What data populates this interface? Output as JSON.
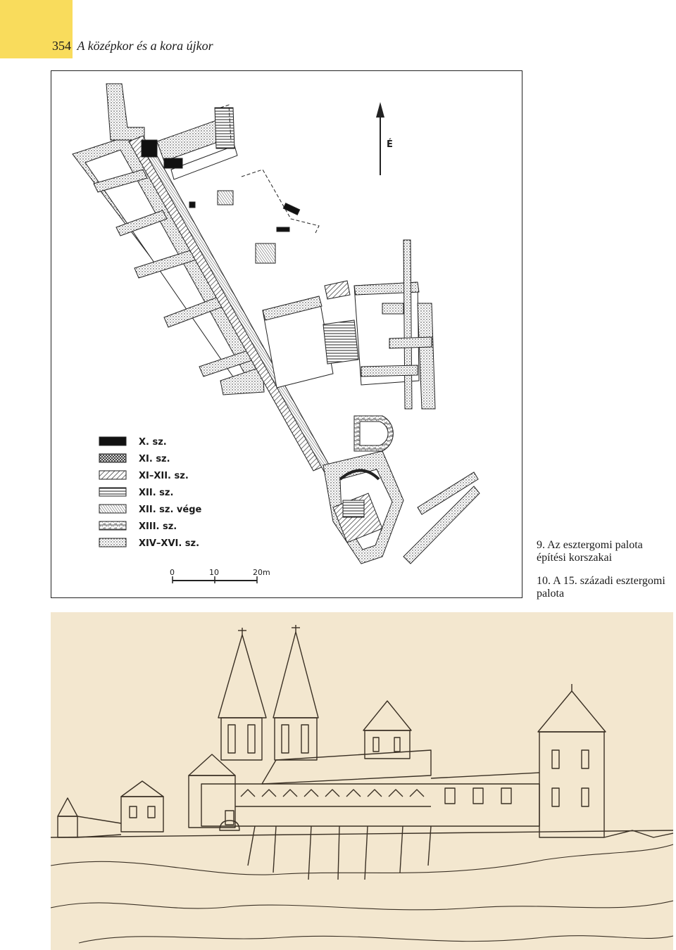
{
  "header": {
    "page_number": "354",
    "running_title": "A középkor és a kora újkor"
  },
  "figure9": {
    "north_label": "É",
    "legend": [
      {
        "label": "X. sz.",
        "pattern": "solid"
      },
      {
        "label": "XI. sz.",
        "pattern": "cross-hatch"
      },
      {
        "label": "XI–XII. sz.",
        "pattern": "diagonal"
      },
      {
        "label": "XII. sz.",
        "pattern": "horizontal"
      },
      {
        "label": "XII. sz. vége",
        "pattern": "diagonal-fine"
      },
      {
        "label": "XIII. sz.",
        "pattern": "bricks"
      },
      {
        "label": "XIV–XVI. sz.",
        "pattern": "dots"
      }
    ],
    "scale": {
      "t0": "0",
      "t1": "10",
      "t2": "20m"
    },
    "caption_line1": "9. Az esztergomi palota",
    "caption_line2": "építési korszakai"
  },
  "figure10": {
    "caption_line1": "10. A 15. századi esztergomi",
    "caption_line2": "palota"
  },
  "colors": {
    "page_tab": "#f9dc5c",
    "paper": "#f3e7cf",
    "ink": "#1a1a1a"
  }
}
